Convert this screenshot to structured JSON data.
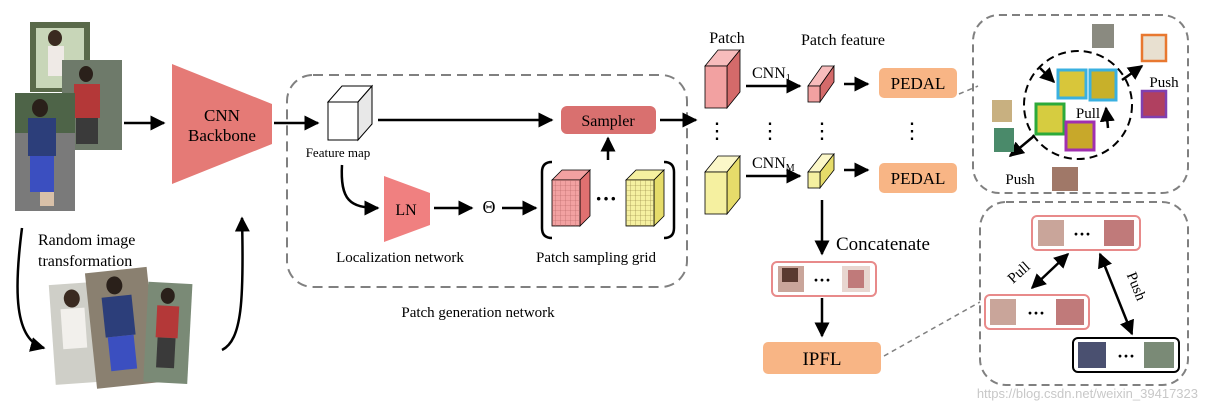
{
  "labels": {
    "random_image_transformation_line1": "Random image",
    "random_image_transformation_line2": "transformation",
    "cnn_backbone_line1": "CNN",
    "cnn_backbone_line2": "Backbone",
    "feature_map": "Feature map",
    "sampler": "Sampler",
    "ln": "LN",
    "theta": "Θ",
    "localization_network": "Localization network",
    "patch_sampling_grid": "Patch sampling grid",
    "patch_generation_network": "Patch generation network",
    "patch": "Patch",
    "patch_feature": "Patch feature",
    "cnn_1": "CNN",
    "cnn_1_sub": "1",
    "cnn_m": "CNN",
    "cnn_m_sub": "M",
    "pedal_top": "PEDAL",
    "pedal_bottom": "PEDAL",
    "concatenate": "Concatenate",
    "ipfl": "IPFL",
    "pull_upper": "Pull",
    "push_upper_right": "Push",
    "push_upper_left": "Push",
    "pull_lower": "Pull",
    "push_lower": "Push",
    "ellipsis": "···",
    "vertical_dots": "⋮",
    "watermark": "https://blog.csdn.net/weixin_39417323"
  },
  "colors": {
    "backbone": "#e57a76",
    "sampler": "#d9706f",
    "pedal": "#f8b585",
    "ipfl": "#f8b585",
    "patch_red": "#f2a1a1",
    "patch_yellow": "#f5f0a0",
    "dashed_border": "#808080",
    "concat_border": "#e88a8a"
  }
}
